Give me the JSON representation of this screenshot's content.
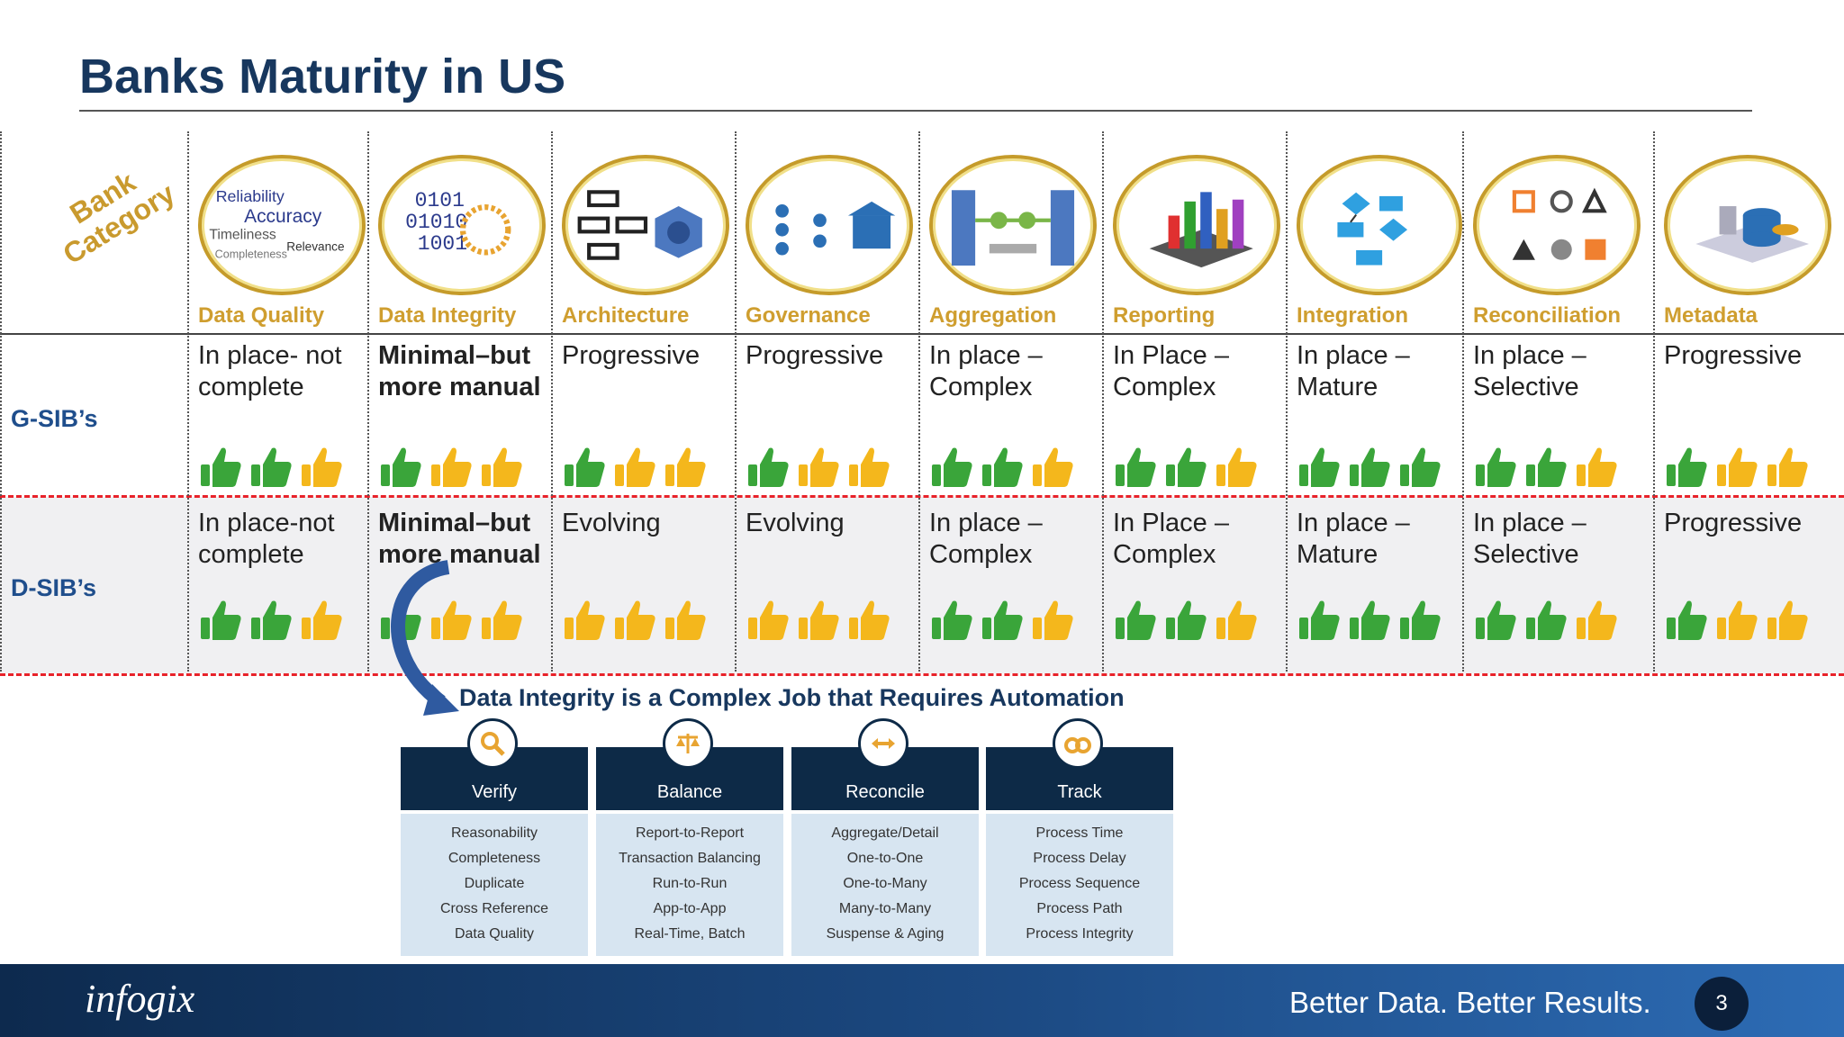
{
  "title": "Banks Maturity in US",
  "bank_category": "Bank Category",
  "rows": [
    "G-SIB’s",
    "D-SIB’s"
  ],
  "columns": [
    {
      "label": "Data Quality",
      "icon": "data-quality-wordcloud-icon",
      "gsib": "In place- not complete",
      "dsib": "In place-not complete",
      "gsib_bold": false,
      "dsib_bold": false,
      "gsib_thumbs": [
        "green",
        "green",
        "yellow"
      ],
      "dsib_thumbs": [
        "green",
        "green",
        "yellow"
      ]
    },
    {
      "label": "Data Integrity",
      "icon": "binary-digits-icon",
      "gsib": "Minimal–but more manual",
      "dsib": "Minimal–but more manual",
      "gsib_bold": true,
      "dsib_bold": true,
      "gsib_thumbs": [
        "green",
        "yellow",
        "yellow"
      ],
      "dsib_thumbs": [
        "green",
        "yellow",
        "yellow"
      ]
    },
    {
      "label": "Architecture",
      "icon": "architecture-diagram-icon",
      "gsib": "Progressive",
      "dsib": "Evolving",
      "gsib_bold": false,
      "dsib_bold": false,
      "gsib_thumbs": [
        "green",
        "yellow",
        "yellow"
      ],
      "dsib_thumbs": [
        "yellow",
        "yellow",
        "yellow"
      ]
    },
    {
      "label": "Governance",
      "icon": "governance-building-icon",
      "gsib": "Progressive",
      "dsib": "Evolving",
      "gsib_bold": false,
      "dsib_bold": false,
      "gsib_thumbs": [
        "green",
        "yellow",
        "yellow"
      ],
      "dsib_thumbs": [
        "yellow",
        "yellow",
        "yellow"
      ]
    },
    {
      "label": "Aggregation",
      "icon": "aggregation-flow-icon",
      "gsib": "In place – Complex",
      "dsib": "In place – Complex",
      "gsib_bold": false,
      "dsib_bold": false,
      "gsib_thumbs": [
        "green",
        "green",
        "yellow"
      ],
      "dsib_thumbs": [
        "green",
        "green",
        "yellow"
      ]
    },
    {
      "label": "Reporting",
      "icon": "reporting-chart-icon",
      "gsib": "In Place – Complex",
      "dsib": "In Place – Complex",
      "gsib_bold": false,
      "dsib_bold": false,
      "gsib_thumbs": [
        "green",
        "green",
        "yellow"
      ],
      "dsib_thumbs": [
        "green",
        "green",
        "yellow"
      ]
    },
    {
      "label": "Integration",
      "icon": "integration-flowchart-icon",
      "gsib": "In place – Mature",
      "dsib": "In place – Mature",
      "gsib_bold": false,
      "dsib_bold": false,
      "gsib_thumbs": [
        "green",
        "green",
        "green"
      ],
      "dsib_thumbs": [
        "green",
        "green",
        "green"
      ]
    },
    {
      "label": "Reconciliation",
      "icon": "reconciliation-shapes-icon",
      "gsib": "In place – Selective",
      "dsib": "In place – Selective",
      "gsib_bold": false,
      "dsib_bold": false,
      "gsib_thumbs": [
        "green",
        "green",
        "yellow"
      ],
      "dsib_thumbs": [
        "green",
        "green",
        "yellow"
      ]
    },
    {
      "label": "Metadata",
      "icon": "metadata-database-icon",
      "gsib": "Progressive",
      "dsib": "Progressive",
      "gsib_bold": false,
      "dsib_bold": false,
      "gsib_thumbs": [
        "green",
        "yellow",
        "yellow"
      ],
      "dsib_thumbs": [
        "green",
        "yellow",
        "yellow"
      ]
    }
  ],
  "colors": {
    "thumb_green": "#3aa53a",
    "thumb_yellow": "#f4b71c",
    "title": "#17375e",
    "accent_gold": "#cf9e2f",
    "dashed_red": "#e8222a"
  },
  "integrity_title": "Data Integrity is a Complex Job that Requires Automation",
  "panels": [
    {
      "label": "Verify",
      "icon": "magnifier-icon",
      "items": [
        "Reasonability",
        "Completeness",
        "Duplicate",
        "Cross Reference",
        "Data Quality"
      ]
    },
    {
      "label": "Balance",
      "icon": "scales-icon",
      "items": [
        "Report-to-Report",
        "Transaction Balancing",
        "Run-to-Run",
        "App-to-App",
        "Real-Time, Batch"
      ]
    },
    {
      "label": "Reconcile",
      "icon": "double-arrow-icon",
      "items": [
        "Aggregate/Detail",
        "One-to-One",
        "One-to-Many",
        "Many-to-Many",
        "Suspense & Aging"
      ]
    },
    {
      "label": "Track",
      "icon": "binoculars-icon",
      "items": [
        "Process Time",
        "Process Delay",
        "Process Sequence",
        "Process Path",
        "Process Integrity"
      ]
    }
  ],
  "footer": {
    "logo": "infogix",
    "tagline": "Better Data. Better Results.",
    "page": "3"
  }
}
